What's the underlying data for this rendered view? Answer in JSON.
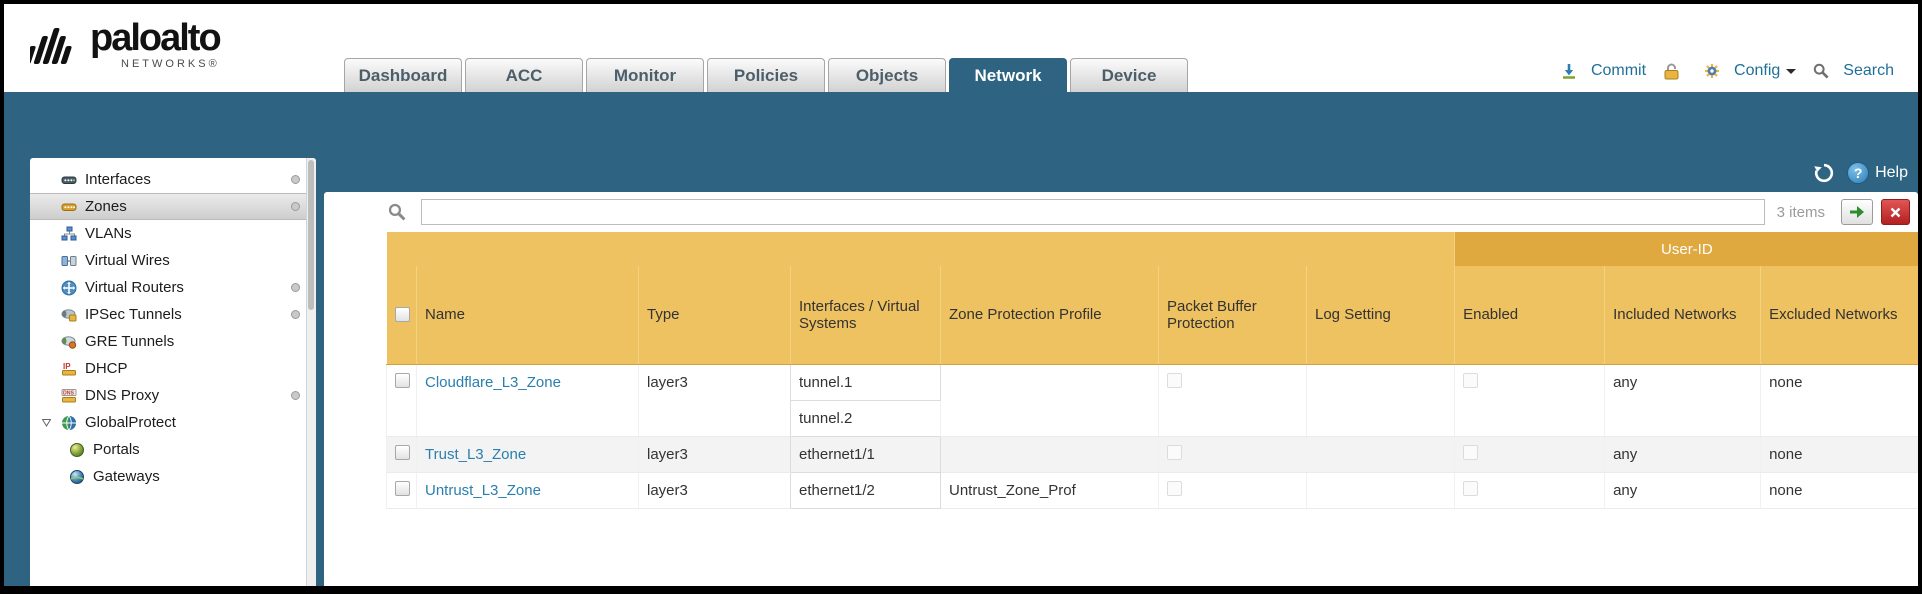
{
  "brand": {
    "name": "paloalto",
    "sub": "NETWORKS",
    "reg": "®"
  },
  "nav": {
    "tabs": [
      {
        "label": "Dashboard",
        "active": false
      },
      {
        "label": "ACC",
        "active": false
      },
      {
        "label": "Monitor",
        "active": false
      },
      {
        "label": "Policies",
        "active": false
      },
      {
        "label": "Objects",
        "active": false
      },
      {
        "label": "Network",
        "active": true
      },
      {
        "label": "Device",
        "active": false
      }
    ]
  },
  "toolbar": {
    "commit": "Commit",
    "config": "Config",
    "search": "Search"
  },
  "banner": {
    "help": "Help"
  },
  "sidebar": {
    "items": [
      {
        "label": "Interfaces",
        "icon": "interfaces-icon",
        "dot": true
      },
      {
        "label": "Zones",
        "icon": "zones-icon",
        "dot": true,
        "selected": true
      },
      {
        "label": "VLANs",
        "icon": "vlans-icon"
      },
      {
        "label": "Virtual Wires",
        "icon": "virtual-wires-icon"
      },
      {
        "label": "Virtual Routers",
        "icon": "virtual-routers-icon",
        "dot": true
      },
      {
        "label": "IPSec Tunnels",
        "icon": "ipsec-tunnels-icon",
        "dot": true
      },
      {
        "label": "GRE Tunnels",
        "icon": "gre-tunnels-icon"
      },
      {
        "label": "DHCP",
        "icon": "dhcp-icon"
      },
      {
        "label": "DNS Proxy",
        "icon": "dns-proxy-icon",
        "dot": true
      },
      {
        "label": "GlobalProtect",
        "icon": "globalprotect-icon",
        "expander": true
      },
      {
        "label": "Portals",
        "icon": "portals-icon",
        "child": true
      },
      {
        "label": "Gateways",
        "icon": "gateways-icon",
        "child": true
      }
    ]
  },
  "filter": {
    "value": "",
    "items_count": "3 items"
  },
  "table": {
    "group_header": "User-ID",
    "columns": [
      "Name",
      "Type",
      "Interfaces / Virtual Systems",
      "Zone Protection Profile",
      "Packet Buffer Protection",
      "Log Setting",
      "Enabled",
      "Included Networks",
      "Excluded Networks"
    ],
    "rows": [
      {
        "name": "Cloudflare_L3_Zone",
        "type": "layer3",
        "interfaces": [
          "tunnel.1",
          "tunnel.2"
        ],
        "zone_protection_profile": "",
        "log_setting": "",
        "included_networks": "any",
        "excluded_networks": "none"
      },
      {
        "name": "Trust_L3_Zone",
        "type": "layer3",
        "interfaces": [
          "ethernet1/1"
        ],
        "zone_protection_profile": "",
        "log_setting": "",
        "included_networks": "any",
        "excluded_networks": "none"
      },
      {
        "name": "Untrust_L3_Zone",
        "type": "layer3",
        "interfaces": [
          "ethernet1/2"
        ],
        "zone_protection_profile": "Untrust_Zone_Prof",
        "log_setting": "",
        "included_networks": "any",
        "excluded_networks": "none"
      }
    ]
  },
  "colors": {
    "teal_band": "#2e6382",
    "header_amber": "#eec161",
    "user_id_band": "#dfa93f",
    "link": "#2a7fae",
    "tab_text": "#4d5e6b",
    "toolbar_text": "#1f7099"
  }
}
